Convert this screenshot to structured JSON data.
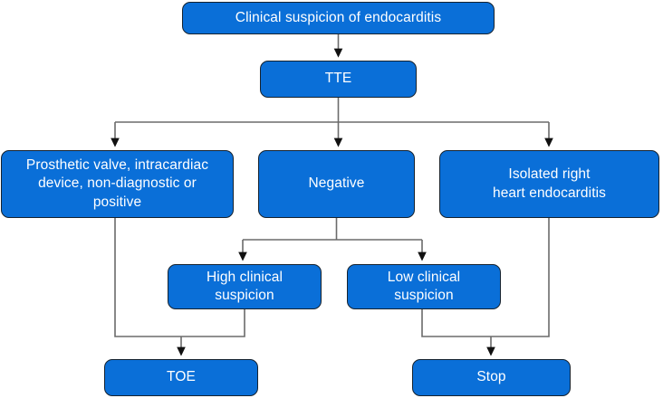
{
  "diagram": {
    "title": "Clinical suspicion of endocarditis echocardiography pathway",
    "colors": {
      "node_fill": "#0a6fd8",
      "node_border": "#16222e",
      "node_text": "#ffffff",
      "connector": "#6b6b6b",
      "arrowhead": "#111111",
      "background": "#ffffff"
    },
    "nodes": {
      "clinical_suspicion": "Clinical suspicion of endocarditis",
      "tte": "TTE",
      "prosthetic": "Prosthetic valve, intracardiac\ndevice, non-diagnostic or\npositive",
      "negative": "Negative",
      "isolated_right": "Isolated right\nheart endocarditis",
      "high_suspicion": "High clinical\nsuspicion",
      "low_suspicion": "Low clinical\nsuspicion",
      "toe": "TOE",
      "stop": "Stop"
    },
    "edges": [
      {
        "from": "clinical_suspicion",
        "to": "tte",
        "label": ""
      },
      {
        "from": "tte",
        "to": "prosthetic",
        "label": ""
      },
      {
        "from": "tte",
        "to": "negative",
        "label": ""
      },
      {
        "from": "tte",
        "to": "isolated_right",
        "label": ""
      },
      {
        "from": "negative",
        "to": "high_suspicion",
        "label": ""
      },
      {
        "from": "negative",
        "to": "low_suspicion",
        "label": ""
      },
      {
        "from": "prosthetic",
        "to": "toe",
        "label": ""
      },
      {
        "from": "high_suspicion",
        "to": "toe",
        "label": ""
      },
      {
        "from": "low_suspicion",
        "to": "stop",
        "label": ""
      },
      {
        "from": "isolated_right",
        "to": "stop",
        "label": ""
      }
    ]
  }
}
